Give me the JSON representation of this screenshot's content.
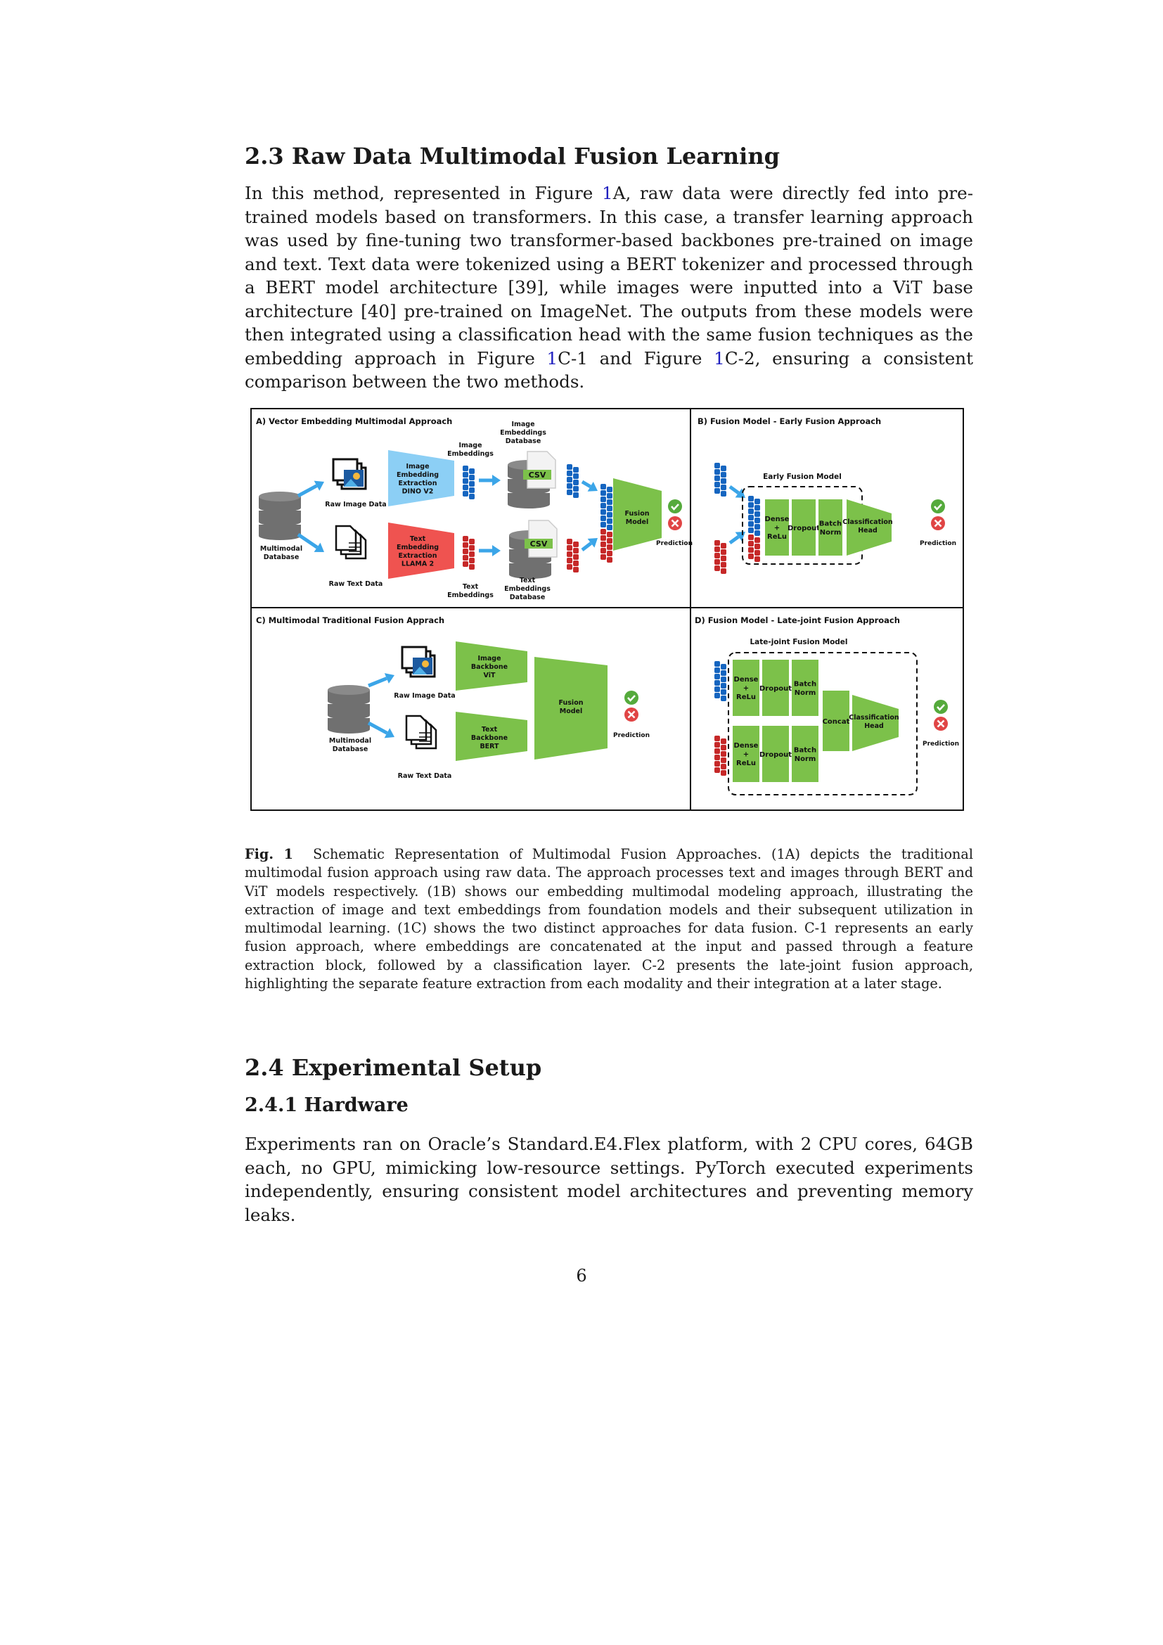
{
  "section_2_3": {
    "title": "2.3 Raw Data Multimodal Fusion Learning",
    "paragraph": [
      {
        "t": "In this method, represented in Figure "
      },
      {
        "t": "1",
        "ref": true
      },
      {
        "t": "A, raw data were directly fed into pre-trained models based on transformers. In this case, a transfer learning approach was used by fine-tuning two transformer-based backbones pre-trained on image and text. Text data were tokenized using a BERT tokenizer and processed through a BERT model architecture [39], while images were inputted into a ViT base architecture [40] pre-trained on ImageNet. The outputs from these models were then integrated using a classification head with the same fusion techniques as the embedding approach in Figure "
      },
      {
        "t": "1",
        "ref": true
      },
      {
        "t": "C-1 and Figure "
      },
      {
        "t": "1",
        "ref": true
      },
      {
        "t": "C-2, ensuring a consistent comparison between the two methods."
      }
    ]
  },
  "figure": {
    "colors": {
      "green": "#7cc14a",
      "blue": "#8ccff5",
      "red": "#ef5350",
      "arrow": "#3ba5e8",
      "cube_blue": "#1565c0",
      "cube_red": "#c62828",
      "db": "#707070",
      "check": "#55aa3c",
      "cross": "#e04545"
    },
    "panel_a": {
      "title": "A) Vector Embedding Multimodal Approach",
      "db_label": [
        "Multimodal",
        "Database"
      ],
      "raw_image": "Raw Image Data",
      "raw_text": "Raw Text Data",
      "image_model": [
        "Image",
        "Embedding",
        "Extraction",
        "DINO V2"
      ],
      "text_model": [
        "Text",
        "Embedding",
        "Extraction",
        "LLAMA 2"
      ],
      "image_emb": [
        "Image",
        "Embeddings"
      ],
      "text_emb": [
        "Text",
        "Embeddings"
      ],
      "image_db": [
        "Image",
        "Embeddings",
        "Database"
      ],
      "text_db": [
        "Text",
        "Embeddings",
        "Database"
      ],
      "csv": "CSV",
      "fusion": [
        "Fusion",
        "Model"
      ],
      "prediction": "Prediction"
    },
    "panel_b": {
      "title": "B) Fusion Model - Early Fusion Approach",
      "box_title": "Early Fusion Model",
      "blocks": [
        [
          "Dense",
          "+",
          "ReLu"
        ],
        [
          "Dropout"
        ],
        [
          "Batch",
          "Norm"
        ]
      ],
      "head": [
        "Classification",
        "Head"
      ],
      "prediction": "Prediction"
    },
    "panel_c": {
      "title": "C) Multimodal Traditional Fusion Apprach",
      "raw_image": "Raw Image Data",
      "raw_text": "Raw Text Data",
      "db_label": [
        "Multimodal",
        "Database"
      ],
      "image_backbone": [
        "Image",
        "Backbone",
        "ViT"
      ],
      "text_backbone": [
        "Text",
        "Backbone",
        "BERT"
      ],
      "fusion": [
        "Fusion",
        "Model"
      ],
      "prediction": "Prediction"
    },
    "panel_d": {
      "title": "D) Fusion Model - Late-joint Fusion Approach",
      "box_title": "Late-joint Fusion Model",
      "blocks": [
        [
          "Dense",
          "+",
          "ReLu"
        ],
        [
          "Dropout"
        ],
        [
          "Batch",
          "Norm"
        ]
      ],
      "concat": "Concat",
      "head": [
        "Classification",
        "Head"
      ],
      "prediction": "Prediction"
    }
  },
  "caption": {
    "label": "Fig. 1",
    "text": "Schematic Representation of Multimodal Fusion Approaches. (1A) depicts the traditional multimodal fusion approach using raw data. The approach processes text and images through BERT and ViT models respectively. (1B) shows our embedding multimodal modeling approach, illustrating the extraction of image and text embeddings from foundation models and their subsequent utilization in multimodal learning. (1C) shows the two distinct approaches for data fusion. C-1 represents an early fusion approach, where embeddings are concatenated at the input and passed through a feature extraction block, followed by a classification layer. C-2 presents the late-joint fusion approach, highlighting the separate feature extraction from each modality and their integration at a later stage."
  },
  "section_2_4": {
    "title": "2.4 Experimental Setup",
    "sub_title": "2.4.1 Hardware",
    "paragraph": "Experiments ran on Oracle’s Standard.E4.Flex platform, with 2 CPU cores, 64GB each, no GPU, mimicking low-resource settings. PyTorch executed experiments independently, ensuring consistent model architectures and preventing memory leaks."
  },
  "page_number": "6"
}
